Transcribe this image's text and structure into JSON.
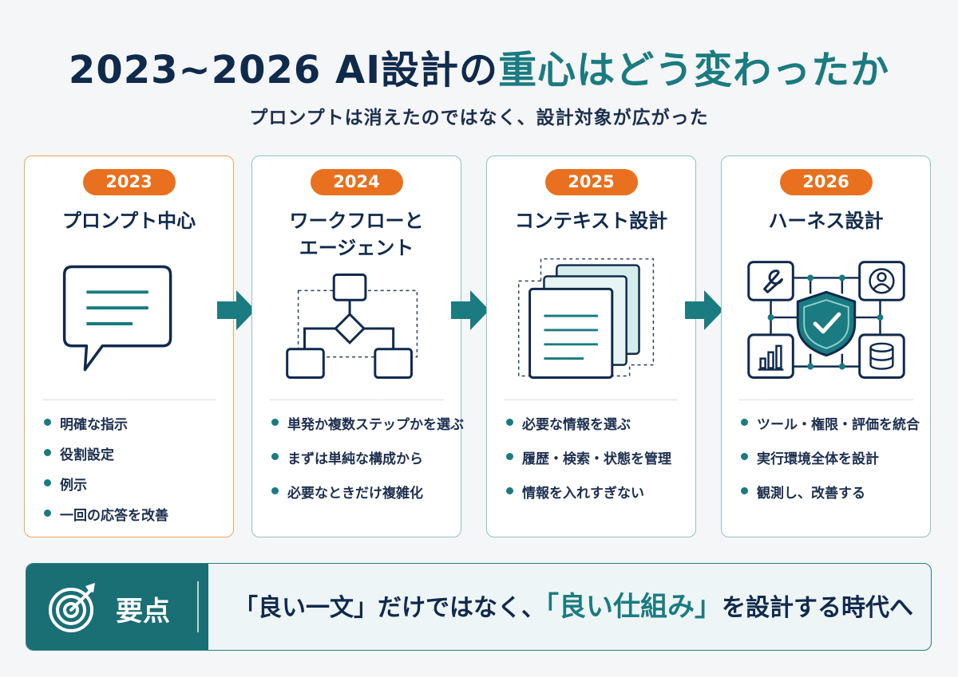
{
  "header": {
    "title_main": "2023~2026 AI設計の",
    "title_accent": "重心はどう変わったか",
    "subtitle": "プロンプトは消えたのではなく、設計対象が広がった"
  },
  "stages": [
    {
      "year": "2023",
      "title": "プロンプト中心",
      "icon": "speech-bubble-icon",
      "bullets": [
        "明確な指示",
        "役割設定",
        "例示",
        "一回の応答を改善"
      ]
    },
    {
      "year": "2024",
      "title": "ワークフローと\nエージェント",
      "icon": "flowchart-icon",
      "bullets": [
        "単発か複数ステップかを選ぶ",
        "まずは単純な構成から",
        "必要なときだけ複雑化"
      ]
    },
    {
      "year": "2025",
      "title": "コンテキスト設計",
      "icon": "document-stack-icon",
      "bullets": [
        "必要な情報を選ぶ",
        "履歴・検索・状態を管理",
        "情報を入れすぎない"
      ]
    },
    {
      "year": "2026",
      "title": "ハーネス設計",
      "icon": "shield-hub-icon",
      "bullets": [
        "ツール・権限・評価を統合",
        "実行環境全体を設計",
        "観測し、改善する"
      ]
    }
  ],
  "summary": {
    "label": "要点",
    "icon": "target-icon",
    "part1": "「良い一文」だけではなく、",
    "accent": "「良い仕組み」",
    "part2": "を設計する時代へ"
  },
  "colors": {
    "navy": "#102a4c",
    "teal": "#1a7b80",
    "orange": "#e8701e"
  }
}
